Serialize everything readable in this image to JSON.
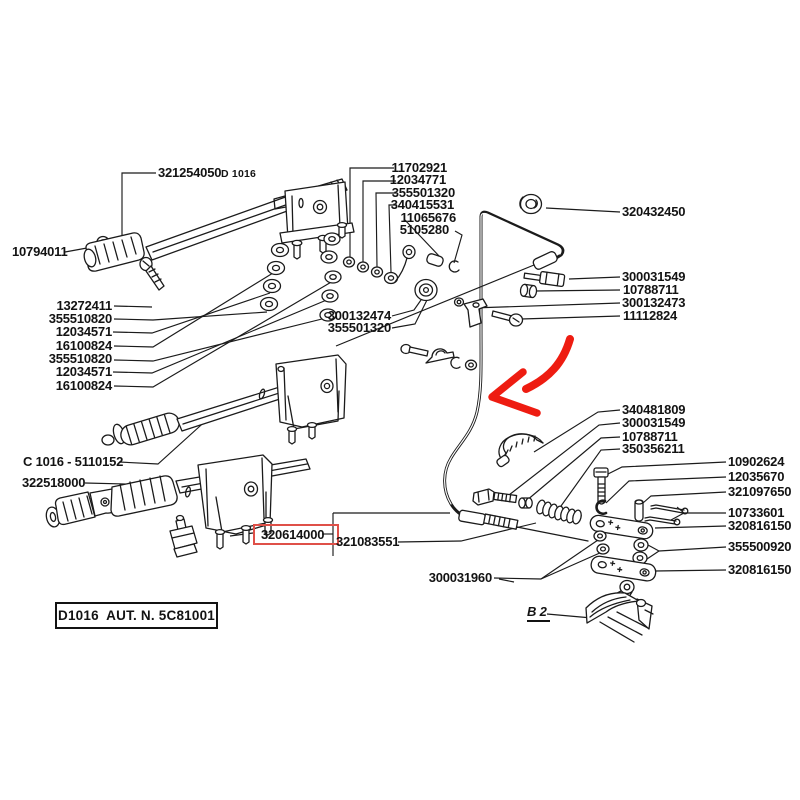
{
  "diagram": {
    "type": "exploded-parts-diagram",
    "subject": "handbrake lever and brake cable assembly",
    "footer_box": {
      "text": "D1016  AUT. N. 5C81001"
    },
    "highlight": {
      "boxed_part_number": "320614000",
      "box_color": "#df5048",
      "arrow_color": "#ee1c11"
    },
    "labels": [
      "321254050",
      "D 1016",
      "10794011",
      "13272411",
      "355510820",
      "12034571",
      "16100824",
      "355510820",
      "12034571",
      "16100824",
      "11702921",
      "12034771",
      "355501320",
      "340415531",
      "11065676",
      "5105280",
      "320432450",
      "300031549",
      "10788711",
      "300132473",
      "11112824",
      "300132474",
      "355501320",
      "340481809",
      "300031549",
      "10788711",
      "350356211",
      "10902624",
      "12035670",
      "321097650",
      "10733601",
      "320816150",
      "355500920",
      "320816150",
      "C 1016 - 5110152",
      "322518000",
      "320614000",
      "321083551",
      "300031960",
      "B 2"
    ]
  }
}
